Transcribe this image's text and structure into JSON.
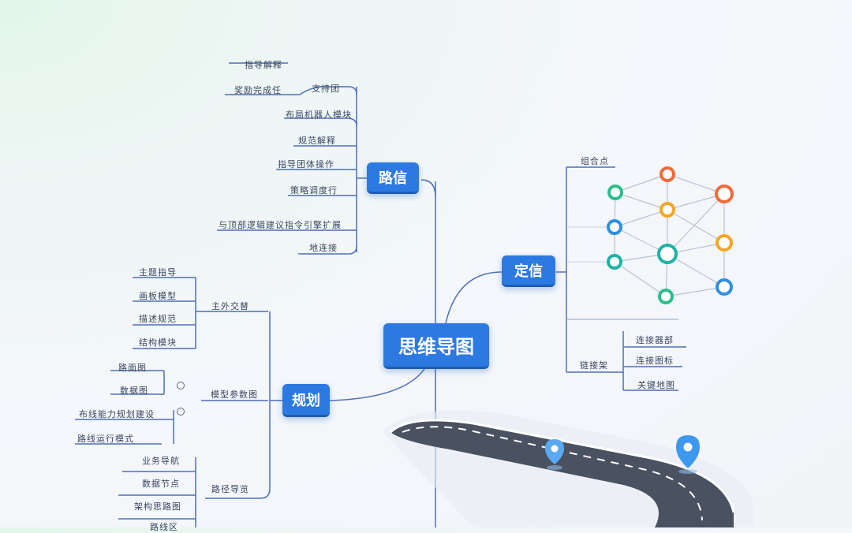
{
  "central": "思维导图",
  "topics": {
    "top": "路信",
    "right": "定信",
    "left": "规划"
  },
  "top_labels": [
    "指导解释",
    "奖励完成任",
    "支持团",
    "布局机器人模块",
    "规范解释",
    "指导团体操作",
    "策略调度行",
    "与顶部逻辑建议指令引擎扩展",
    "地连接"
  ],
  "right_labels": [
    "组合点",
    "连接器部",
    "连接图标",
    "关键地图"
  ],
  "right_sub": "链接架",
  "left_labels": [
    "主题指导",
    "画板模型",
    "描述规范",
    "结构模块",
    "主外交替",
    "路面图",
    "数据图",
    "模型参数图",
    "布线能力规划建设",
    "路线运行模式",
    "路径导览",
    "业务导航",
    "数据节点",
    "架构思路图",
    "路线区"
  ],
  "colors": {
    "node": "#2c79e2",
    "line": "#5b7fc4",
    "road": "#4a5160"
  }
}
